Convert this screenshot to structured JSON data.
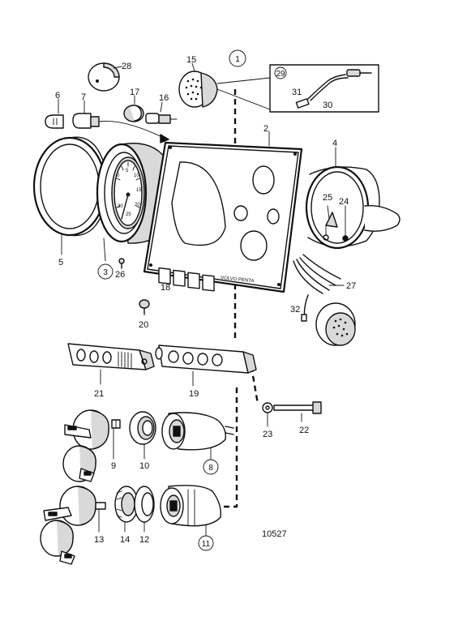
{
  "callouts": {
    "c1": "1",
    "c2": "2",
    "c3": "3",
    "c4": "4",
    "c5": "5",
    "c6": "6",
    "c7": "7",
    "c8": "8",
    "c9": "9",
    "c10": "10",
    "c11": "11",
    "c12": "12",
    "c13": "13",
    "c14": "14",
    "c15": "15",
    "c16": "16",
    "c17": "17",
    "c18": "18",
    "c19": "19",
    "c20": "20",
    "c21": "21",
    "c22": "22",
    "c23": "23",
    "c24": "24",
    "c25": "25",
    "c26": "26",
    "c27": "27",
    "c28": "28",
    "c29": "29",
    "c30": "30",
    "c31": "31",
    "c32": "32"
  },
  "drawing_number": "10527",
  "panel_brand": "VOLVO PENTA",
  "gauge_scale": [
    "0",
    "5",
    "10",
    "15",
    "20",
    "25",
    "30"
  ]
}
